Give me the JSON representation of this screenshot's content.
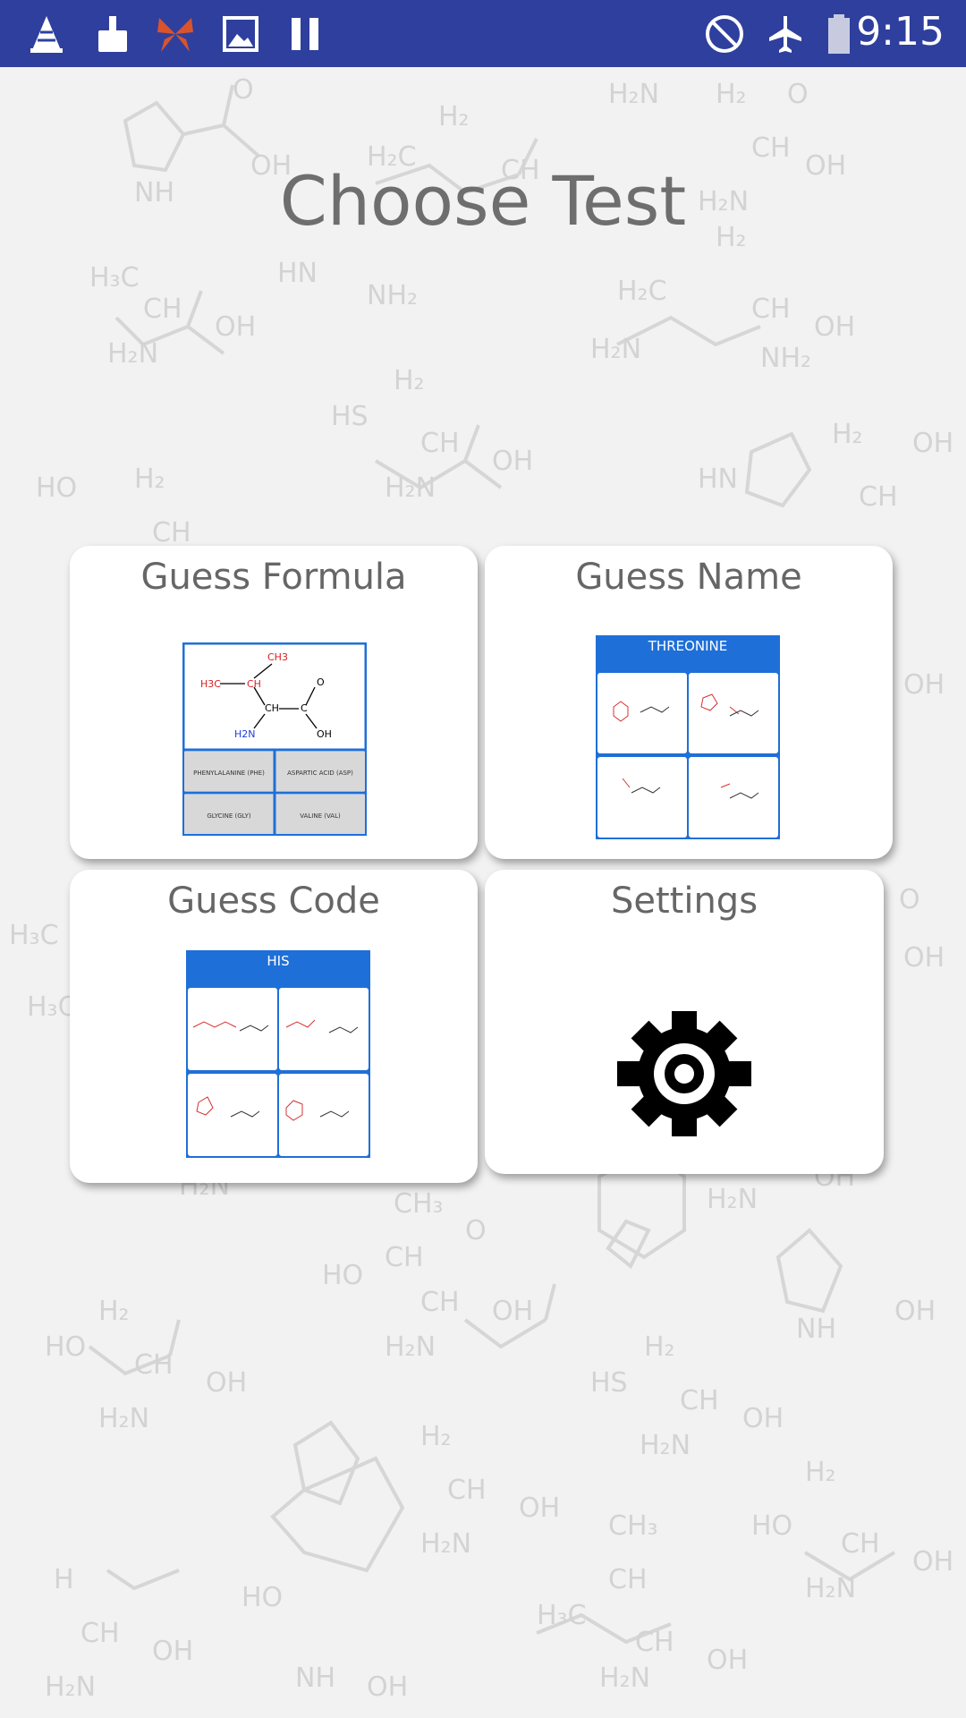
{
  "status_bar": {
    "time": "9:15",
    "left_icons": [
      "vlc-icon",
      "cleaner-icon",
      "butterfly-icon",
      "gallery-icon",
      "pause-icon"
    ],
    "right_icons": [
      "do-not-disturb-icon",
      "airplane-mode-icon",
      "battery-icon"
    ]
  },
  "page": {
    "title": "Choose Test"
  },
  "cards": [
    {
      "name": "guess-formula",
      "label": "Guess Formula",
      "thumbnail": {
        "options": [
          "PHENYLALANINE (PHE)",
          "ASPARTIC ACID (ASP)",
          "GLYCINE (GLY)",
          "VALINE (VAL)"
        ],
        "formula_labels": [
          "CH3",
          "H3C",
          "CH",
          "CH",
          "C",
          "O",
          "OH",
          "H2N"
        ]
      }
    },
    {
      "name": "guess-name",
      "label": "Guess Name",
      "thumbnail": {
        "header": "THREONINE"
      }
    },
    {
      "name": "guess-code",
      "label": "Guess Code",
      "thumbnail": {
        "header": "HIS"
      }
    },
    {
      "name": "settings",
      "label": "Settings",
      "icon": "gear-icon"
    }
  ],
  "colors": {
    "status_bar": "#2f3f9e",
    "accent_blue": "#1f6fd8",
    "background": "#f2f2f2",
    "card": "#ffffff",
    "text_gray": "#666666"
  }
}
